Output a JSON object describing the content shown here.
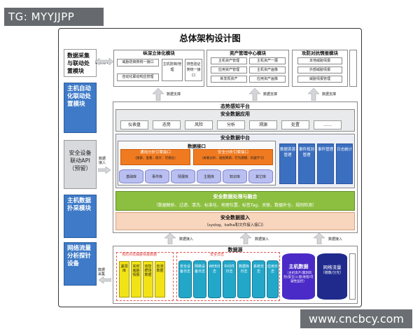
{
  "watermarks": {
    "top_left": "TG: MYYJJPP",
    "bottom_right": "www.cncbcy.com"
  },
  "title": "总体架构设计图",
  "left_column": {
    "top_module": "数据采集与联动处置模块",
    "linkage_cmd": "联动指令",
    "auto_module": "主机自动化联动处置模块",
    "api_module": "安全设备联动API（预留）",
    "data_collect_label": "数据接入",
    "host_collect": "主机数据扑采模块",
    "traffic_probe": "网络流量分析探针设备",
    "bottom_collect_label": "数据采集"
  },
  "top_modules": {
    "threat3d": {
      "title": "纵深立体化模块",
      "items": [
        "威胁防御类统一接口",
        "自动化联动响应管理",
        "主机防御/管理",
        "排查验证类统一接口"
      ],
      "support": "数据支撑"
    },
    "asset": {
      "title": "资产管理中心模块",
      "items": [
        "主机资产管理",
        "主机资产一展",
        "应用资产管理",
        "主机资产画像",
        "新发现资产",
        "应用资产画像"
      ],
      "support": "数据支撑"
    },
    "intel": {
      "title": "攻防对抗情报模块",
      "items": [
        "本地威胁情报",
        "外部威胁情报",
        "威胁情报管理"
      ],
      "support": "数据支撑"
    }
  },
  "platform": {
    "title": "态势感知平台",
    "app_title": "安全数据应用",
    "apps": [
      "仪表盘",
      "态势",
      "风险",
      "分析",
      "溯源",
      "处置",
      "……"
    ],
    "midplatform_title": "安全数据中台",
    "interface_title": "数据接口",
    "iface_left": "通用分析引擎接口",
    "iface_left_sub": "（搜索、查看、统计、可视化）",
    "iface_right": "安全分析引擎接口",
    "iface_right_sub": "（关联分析、透视溯源、行为建模、机器学习）",
    "stores": [
      "基础库",
      "事件库",
      "情报库",
      "主题库",
      "知识库",
      "其它库"
    ],
    "right_tiles": [
      "数据资源管理",
      "事件规则管理",
      "事件管理",
      "日志统计"
    ],
    "process_title": "安全数据处理与融合",
    "process_desc": "（数据解析、过滤、清洗、标准化、地理位置、标签Tag、关联、数据补全、规则检测）",
    "ingest_title": "安全数据接入",
    "ingest_desc": "（syslog、kafka和文件接入接口）",
    "data_in_left": "数据接入",
    "data_in_mid": "数据接入",
    "data_in_right": "数据接入"
  },
  "data_source": {
    "title": "数据源",
    "attack_title": "攻防对抗威胁情报数据",
    "log_title": "安全日志",
    "attack_items": [
      "漏洞库",
      "实时威胁情报",
      "攻防靶场数据",
      "检测数据"
    ],
    "log_items": [
      "安全设备日志",
      "网络设备日志",
      "WEB日志",
      "中间件日志",
      "数据库日志",
      "系统日志",
      "应用日志"
    ],
    "host_data": "主机数据",
    "host_data_sub": "（主机资产/漏洞风险/安全/入侵/进程/可疑性监控）",
    "traffic": "网络流量",
    "traffic_sub": "（镜像/分光）"
  }
}
